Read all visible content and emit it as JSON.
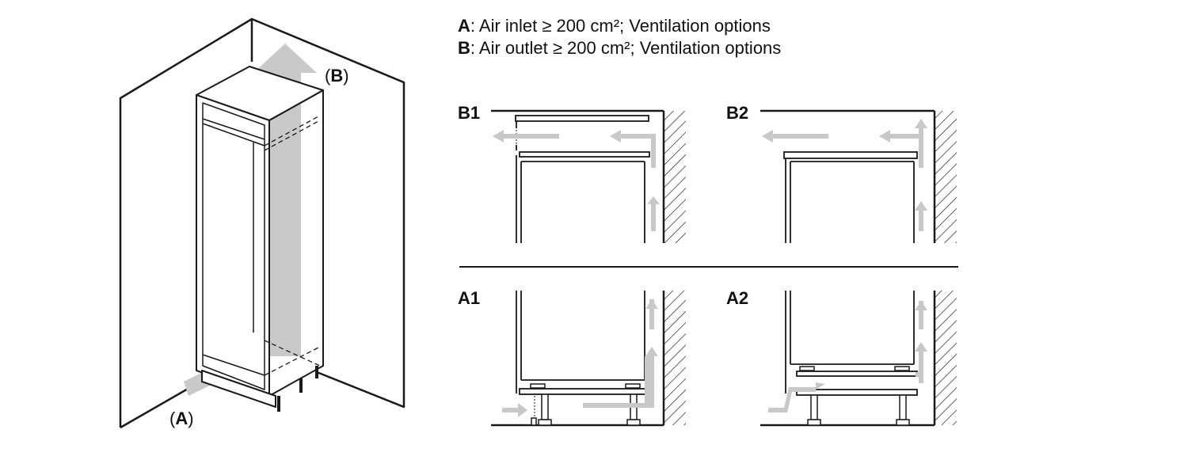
{
  "legend": {
    "a_key": "A",
    "a_text": ": Air inlet ≥ 200 cm²; Ventilation options",
    "b_key": "B",
    "b_text": ": Air outlet ≥ 200 cm²; Ventilation options"
  },
  "callouts": {
    "b": "B",
    "a": "A",
    "open_paren": "(",
    "close_paren": ")"
  },
  "panels": {
    "b1": "B1",
    "b2": "B2",
    "a1": "A1",
    "a2": "A2"
  },
  "colors": {
    "line": "#1a1a1a",
    "airflow_arrow": "#c8c8c8",
    "background": "#ffffff"
  }
}
